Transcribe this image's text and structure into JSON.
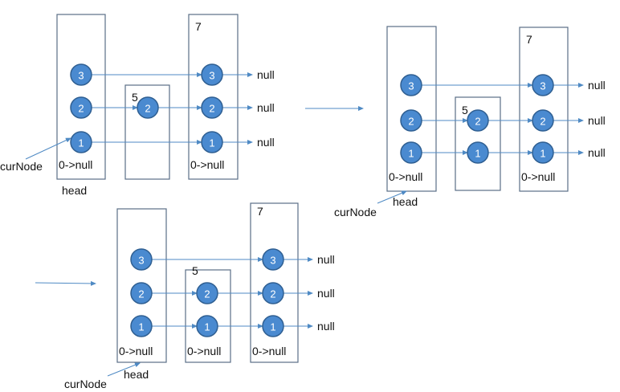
{
  "colors": {
    "node_fill": "#4a8ad0",
    "node_stroke": "#2f5f92",
    "arrow": "#4f8ac4",
    "box_stroke": "#5a6f87"
  },
  "labels": {
    "null": "null",
    "zero_null": "0->null",
    "head": "head",
    "curNode": "curNode"
  },
  "panels": [
    {
      "boxes": [
        {
          "value": "",
          "levels": [
            "1",
            "2",
            "3"
          ],
          "tail": "0->null"
        },
        {
          "value": "5",
          "levels": [
            "2"
          ],
          "tail": ""
        },
        {
          "value": "7",
          "levels": [
            "1",
            "2",
            "3"
          ],
          "tail": "0->null"
        }
      ],
      "head_label": "head",
      "curnode_label": "curNode",
      "null_labels": [
        "null",
        "null",
        "null"
      ]
    },
    {
      "boxes": [
        {
          "value": "",
          "levels": [
            "1",
            "2",
            "3"
          ],
          "tail": "0->null"
        },
        {
          "value": "5",
          "levels": [
            "1",
            "2"
          ],
          "tail": ""
        },
        {
          "value": "7",
          "levels": [
            "1",
            "2",
            "3"
          ],
          "tail": "0->null"
        }
      ],
      "head_label": "head",
      "curnode_label": "curNode",
      "null_labels": [
        "null",
        "null",
        "null"
      ]
    },
    {
      "boxes": [
        {
          "value": "",
          "levels": [
            "1",
            "2",
            "3"
          ],
          "tail": "0->null"
        },
        {
          "value": "5",
          "levels": [
            "1",
            "2"
          ],
          "tail": "0->null"
        },
        {
          "value": "7",
          "levels": [
            "1",
            "2",
            "3"
          ],
          "tail": "0->null"
        }
      ],
      "head_label": "head",
      "curnode_label": "curNode",
      "null_labels": [
        "null",
        "null",
        "null"
      ]
    }
  ]
}
